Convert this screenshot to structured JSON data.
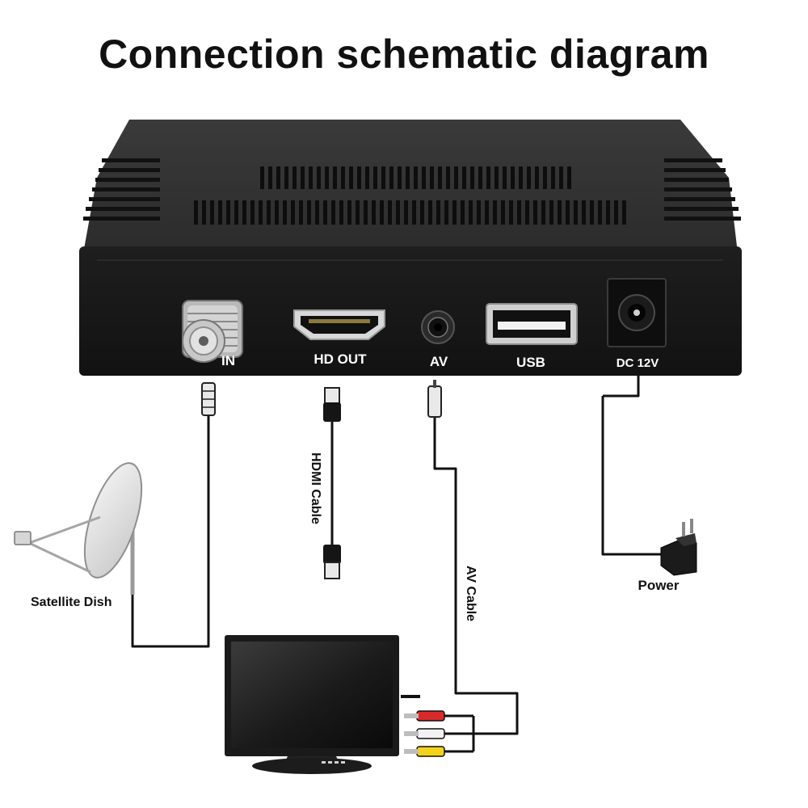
{
  "title": "Connection schematic diagram",
  "ports": {
    "lnb_in": "IN",
    "hd_out": "HD OUT",
    "av": "AV",
    "usb": "USB",
    "dc": "DC 12V"
  },
  "cables": {
    "hdmi": "HDMI Cable",
    "av": "AV Cable"
  },
  "devices": {
    "satellite_dish": "Satellite Dish",
    "power": "Power"
  }
}
